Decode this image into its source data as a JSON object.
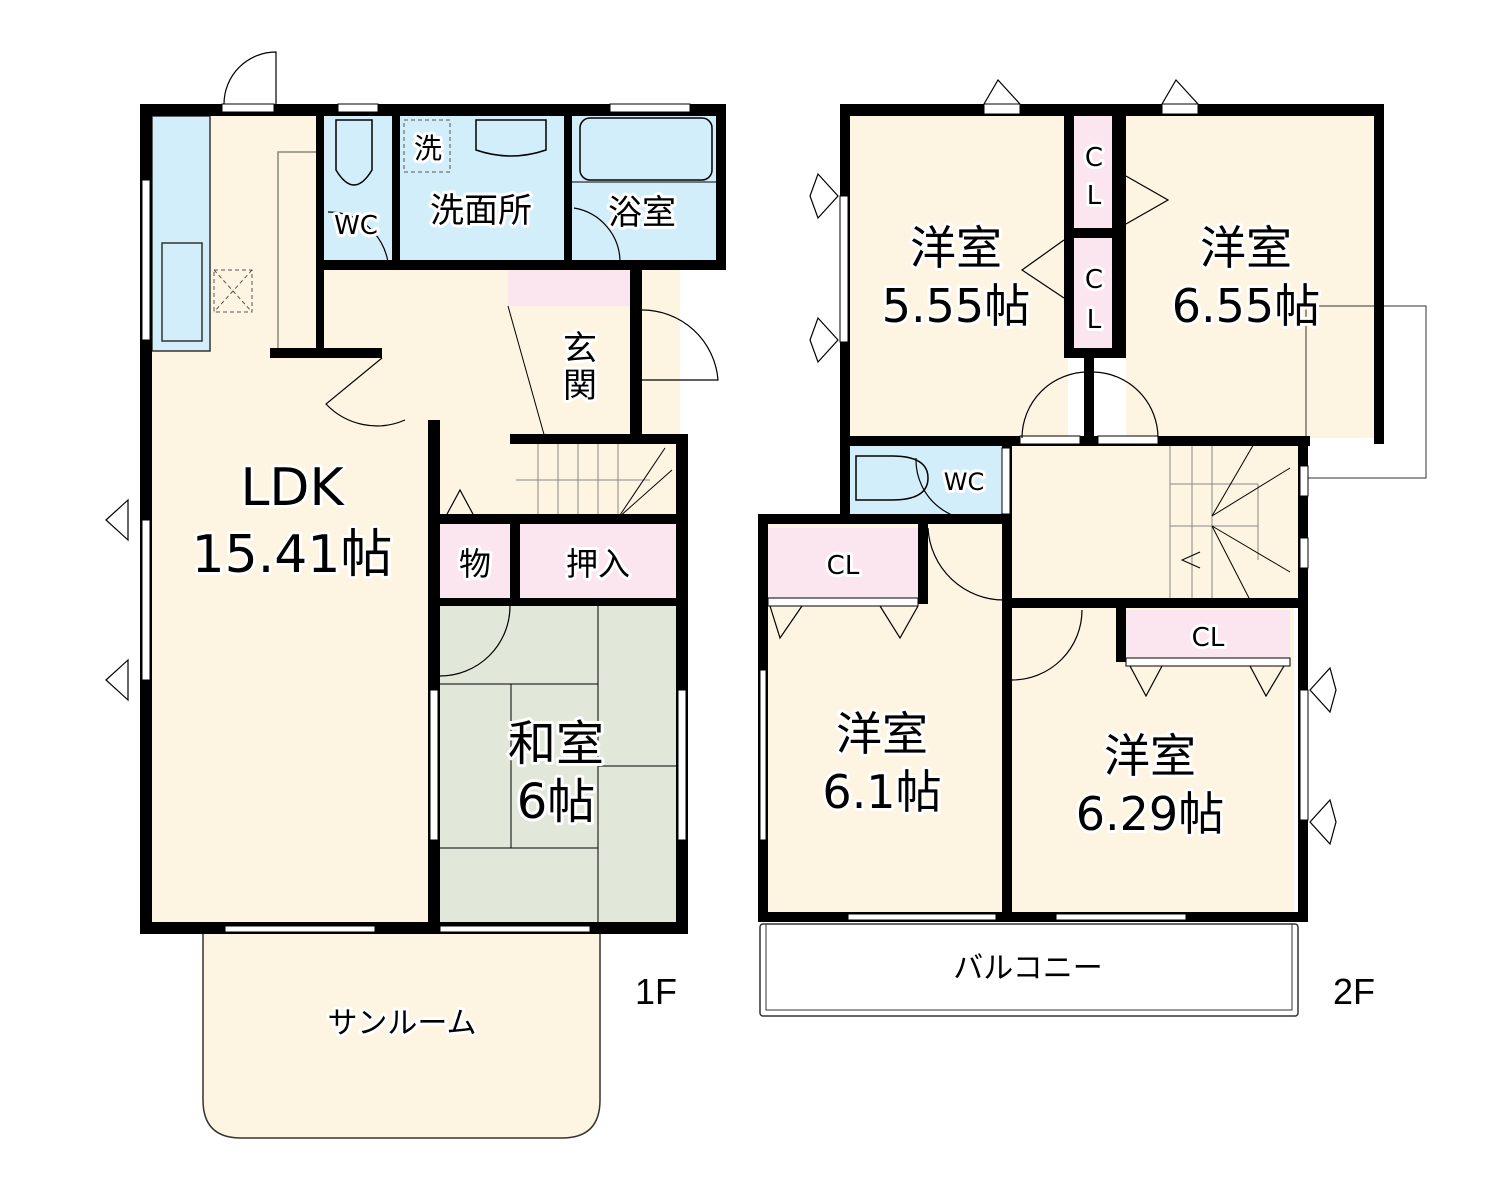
{
  "colors": {
    "wall": "#000000",
    "floor_wood": "#fdf5e2",
    "wet_area": "#d3eefb",
    "closet": "#fbe6ef",
    "tatami": "#e1e7d9",
    "outline": "#333333"
  },
  "floor1": {
    "label": "1F",
    "rooms": {
      "ldk": {
        "name": "LDK",
        "size": "15.41帖"
      },
      "washitsu": {
        "name": "和室",
        "size": "6帖"
      },
      "genkan": {
        "name1": "玄",
        "name2": "関"
      },
      "wc": {
        "name": "WC"
      },
      "senmenjo": {
        "name": "洗面所"
      },
      "washer": {
        "name": "洗"
      },
      "bath": {
        "name": "浴室"
      },
      "storage": {
        "name": "物"
      },
      "oshiire": {
        "name": "押入"
      },
      "sunroom": {
        "name": "サンルーム"
      }
    }
  },
  "floor2": {
    "label": "2F",
    "rooms": {
      "yoshitsu_nw": {
        "name": "洋室",
        "size": "5.55帖"
      },
      "yoshitsu_ne": {
        "name": "洋室",
        "size": "6.55帖"
      },
      "yoshitsu_sw": {
        "name": "洋室",
        "size": "6.1帖"
      },
      "yoshitsu_se": {
        "name": "洋室",
        "size": "6.29帖"
      },
      "cl_top1": {
        "c": "C",
        "l": "L"
      },
      "cl_top2": {
        "c": "C",
        "l": "L"
      },
      "cl_sw": {
        "name": "CL"
      },
      "cl_se": {
        "name": "CL"
      },
      "wc": {
        "name": "WC"
      },
      "balcony": {
        "name": "バルコニー"
      }
    }
  }
}
